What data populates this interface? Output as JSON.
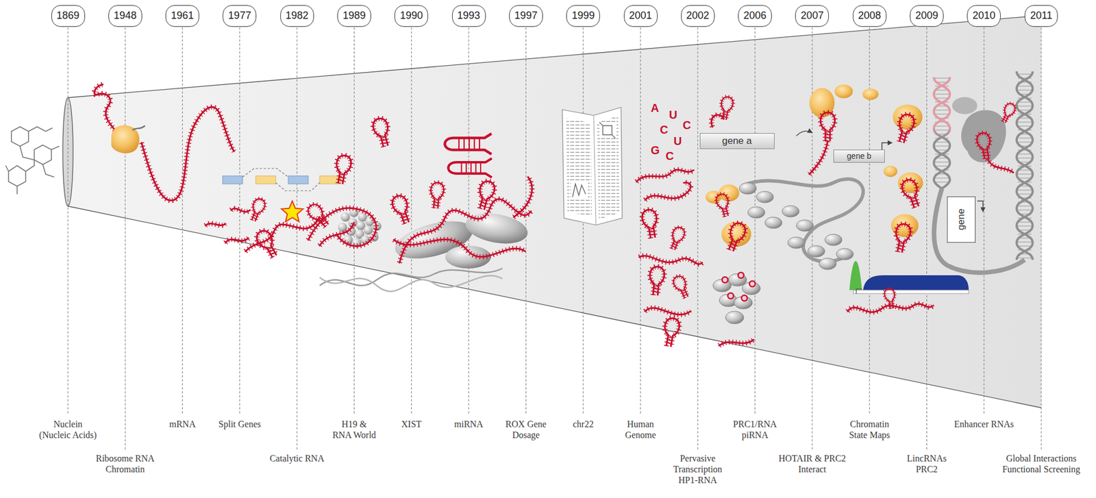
{
  "diagram": {
    "nodes": [
      {
        "text": [
          "1869"
        ]
      },
      {
        "text": [
          "1948"
        ]
      },
      {
        "text": [
          "1961"
        ]
      },
      {
        "text": [
          "1977"
        ]
      },
      {
        "text": [
          "1982"
        ]
      },
      {
        "text": [
          "1989"
        ]
      },
      {
        "text": [
          "1990"
        ]
      },
      {
        "text": [
          "1993"
        ]
      },
      {
        "text": [
          "1997"
        ]
      },
      {
        "text": [
          "1999"
        ]
      },
      {
        "text": [
          "2001"
        ]
      },
      {
        "text": [
          "2002"
        ]
      },
      {
        "text": [
          "2006"
        ]
      },
      {
        "text": [
          "2007"
        ]
      },
      {
        "text": [
          "2008"
        ]
      },
      {
        "text": [
          "2009"
        ]
      },
      {
        "text": [
          "2010"
        ]
      },
      {
        "text": [
          "2011"
        ]
      },
      {
        "text": [
          "gene a"
        ]
      },
      {
        "text": [
          "gene b"
        ]
      },
      {
        "text": [
          "gene"
        ]
      }
    ],
    "labels": [
      "Nuclein (Nucleic Acids)",
      "Ribosome RNA Chromatin",
      "mRNA",
      "Split Genes",
      "Catalytic RNA",
      "H19 & RNA World",
      "XIST",
      "miRNA",
      "ROX Gene Dosage",
      "chr22",
      "Human Genome",
      "Pervasive Transcription HP1-RNA",
      "PRC1/RNA piRNA",
      "HOTAIR & PRC2 Interact",
      "Chromatin State Maps",
      "LincRNAs PRC2",
      "Enhancer RNAs",
      "Global Interactions Functional Screening",
      "A",
      "U",
      "C",
      "U",
      "C",
      "G",
      "C"
    ]
  }
}
